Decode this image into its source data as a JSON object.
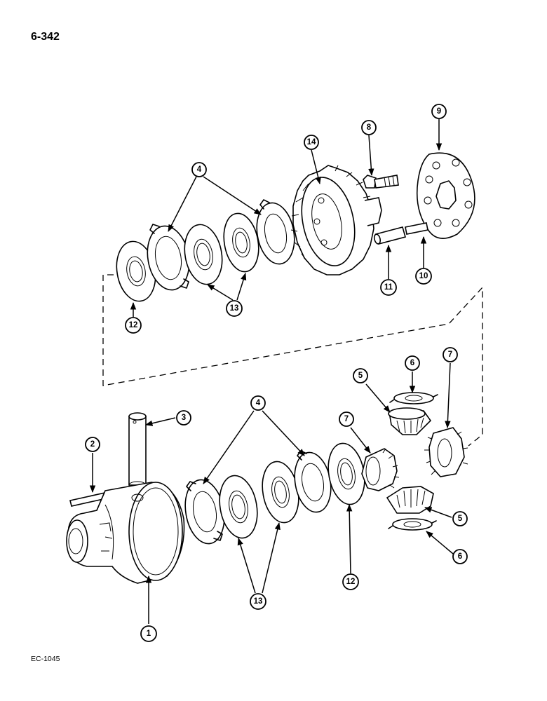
{
  "page_number": "6-342",
  "footer_code": "EC-1045",
  "callouts": {
    "c1": "1",
    "c2": "2",
    "c3": "3",
    "c4_upper": "4",
    "c4_lower": "4",
    "c5_upper": "5",
    "c5_lower": "5",
    "c6_upper": "6",
    "c6_lower": "6",
    "c7_upper": "7",
    "c7_lower": "7",
    "c8": "8",
    "c9": "9",
    "c10": "10",
    "c11": "11",
    "c12_upper": "12",
    "c12_lower": "12",
    "c13_upper": "13",
    "c13_lower": "13",
    "c14": "14"
  }
}
